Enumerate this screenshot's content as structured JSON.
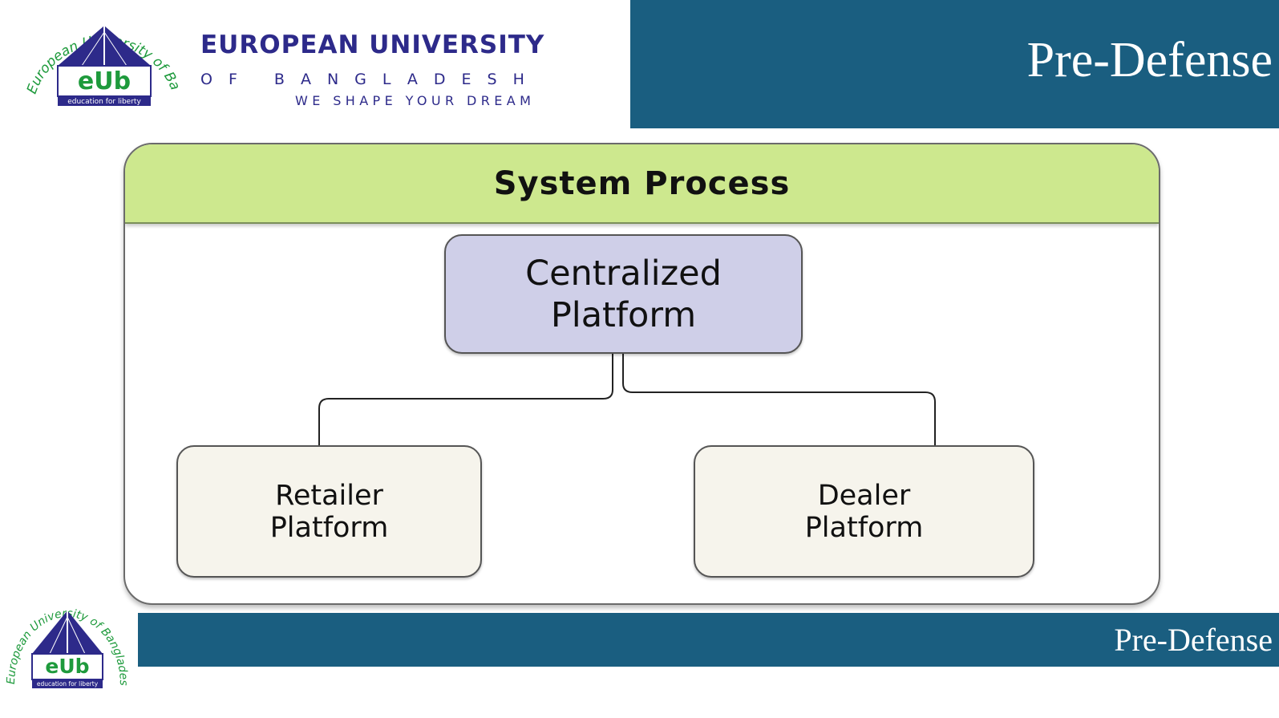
{
  "header": {
    "university_name": "EUROPEAN UNIVERSITY",
    "university_of": "OF BANGLADESH",
    "tagline": "WE SHAPE YOUR DREAM",
    "title": "Pre-Defense",
    "logo": {
      "arc_text": "European University of Bangladesh",
      "mark": "eUb",
      "motto": "education for liberty"
    }
  },
  "diagram": {
    "title": "System Process",
    "nodes": {
      "central": "Centralized\nPlatform",
      "retailer": "Retailer\nPlatform",
      "dealer": "Dealer\nPlatform"
    }
  },
  "footer": {
    "title": "Pre-Defense",
    "logo": {
      "arc_text": "European University of Bangladesh",
      "mark": "eUb",
      "motto": "education for liberty"
    }
  },
  "colors": {
    "band": "#1a5e80",
    "university_text": "#2d2a8a",
    "logo_green": "#1e9a3c",
    "logo_navy": "#2d2a8a",
    "panel_header": "#cde88e",
    "central_node": "#cfcfe8",
    "child_node": "#f6f4ec"
  },
  "icons": [
    "eub-logo"
  ]
}
